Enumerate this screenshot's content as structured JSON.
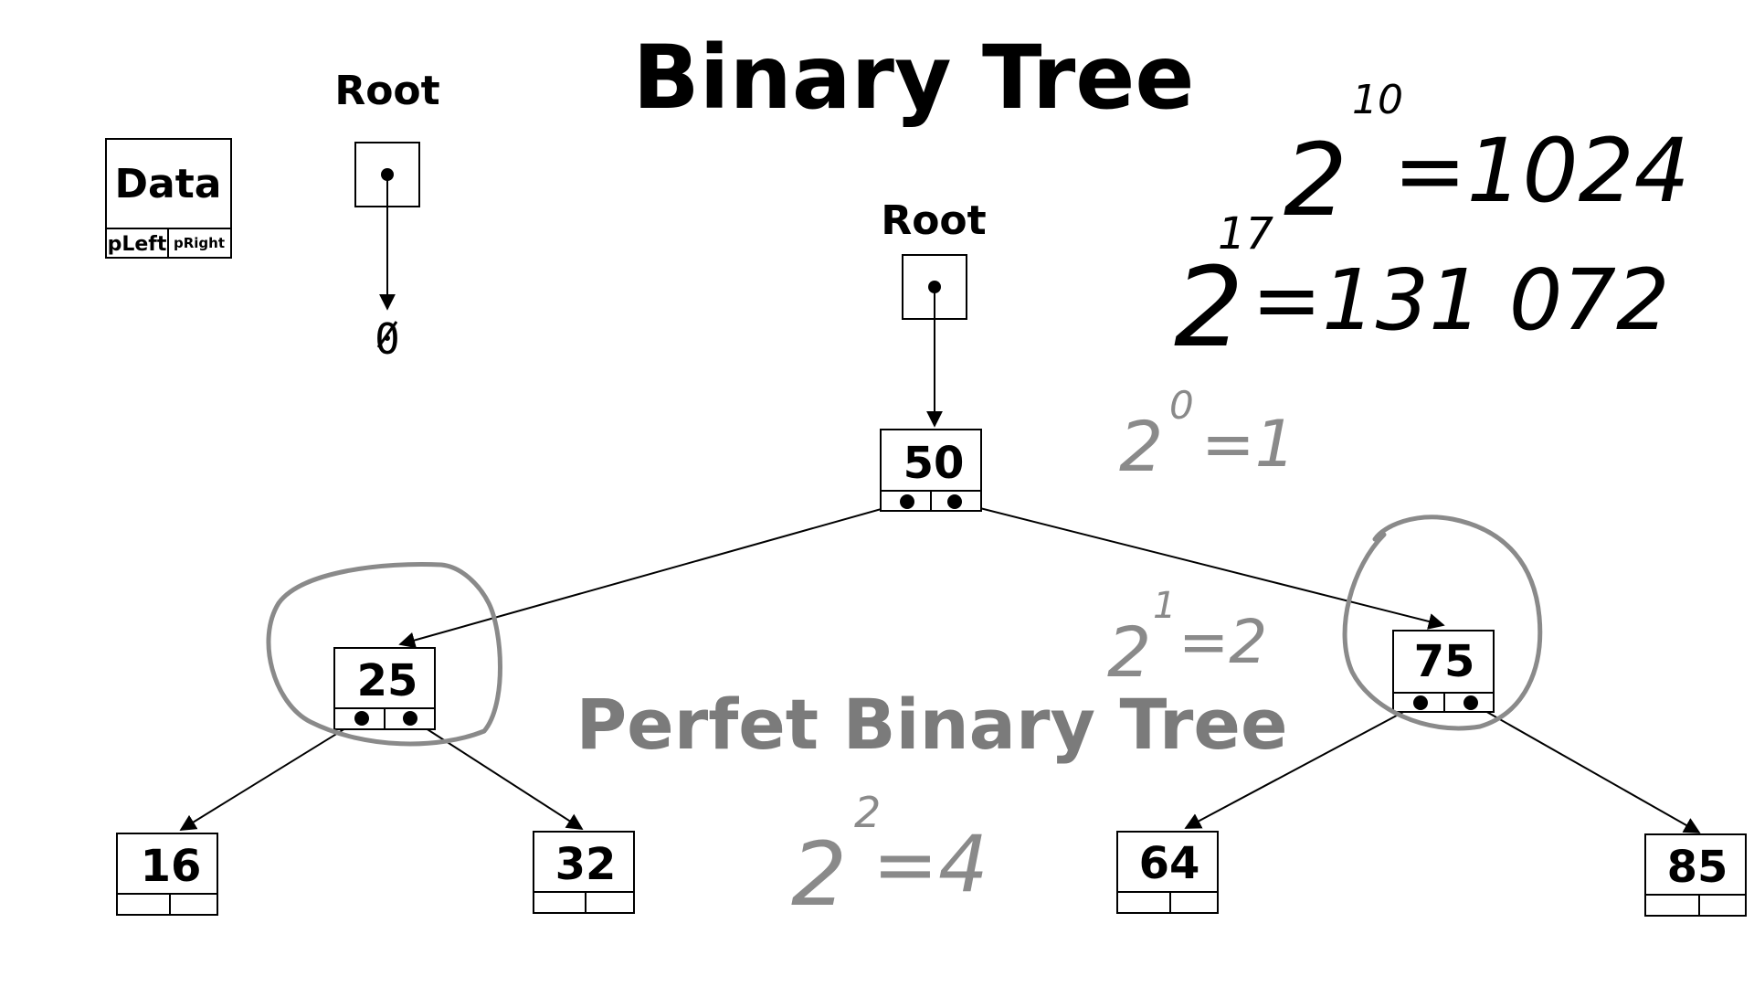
{
  "title": "Binary Tree",
  "legend": {
    "data_label": "Data",
    "left_label": "pLeft",
    "right_label": "pRight"
  },
  "empty_root": {
    "label": "Root",
    "null_symbol": "0"
  },
  "main_root": {
    "label": "Root"
  },
  "tree": {
    "root": {
      "value": "50"
    },
    "level1": [
      {
        "value": "25"
      },
      {
        "value": "75"
      }
    ],
    "level2": [
      {
        "value": "16"
      },
      {
        "value": "32"
      },
      {
        "value": "64"
      },
      {
        "value": "85"
      }
    ]
  },
  "caption": "Perfet Binary Tree",
  "notes": {
    "pow10": {
      "base": "2",
      "exp": "10",
      "result": "=1024"
    },
    "pow17": {
      "base": "2",
      "exp": "17",
      "result": "=131 072"
    },
    "pow0": {
      "base": "2",
      "exp": "0",
      "result": "=1"
    },
    "pow1": {
      "base": "2",
      "exp": "1",
      "result": "=2"
    },
    "pow2": {
      "base": "2",
      "exp": "2",
      "result": "=4"
    }
  },
  "colors": {
    "ink": "#000000",
    "pencil": "#8a8a8a",
    "caption": "#7b7b7b"
  }
}
